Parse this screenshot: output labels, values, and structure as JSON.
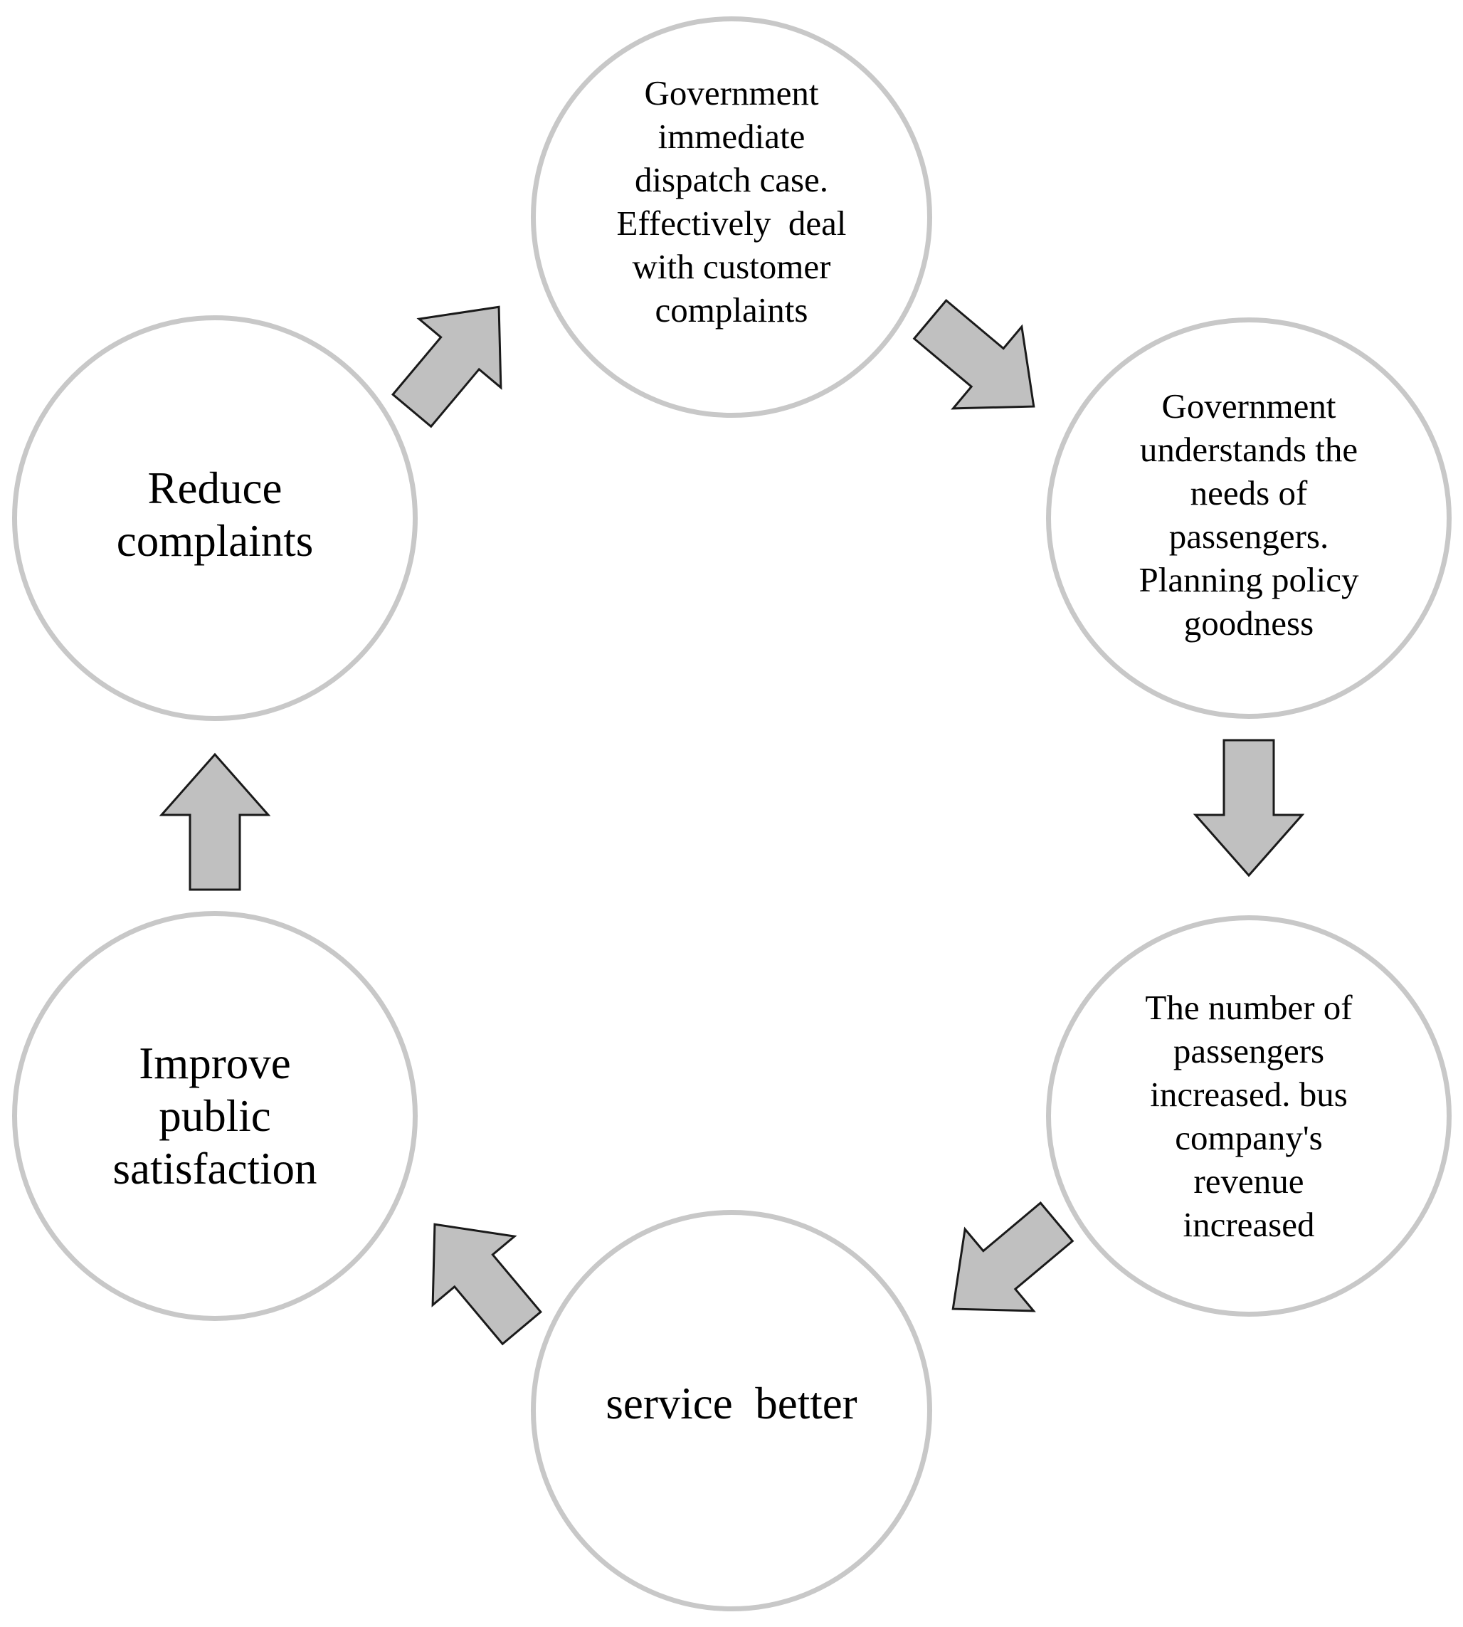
{
  "diagram": {
    "nodes": [
      {
        "id": "node-1",
        "lines": [
          "Government",
          "immediate",
          "dispatch case.",
          "Effectively  deal",
          "with customer",
          "complaints"
        ]
      },
      {
        "id": "node-2",
        "lines": [
          "Government",
          "understands the",
          "needs of",
          "passengers.",
          "Planning policy",
          "goodness"
        ]
      },
      {
        "id": "node-3",
        "lines": [
          "The number of",
          "passengers",
          "increased. bus",
          "company's",
          "revenue",
          "increased"
        ]
      },
      {
        "id": "node-4",
        "lines": [
          "service  better"
        ]
      },
      {
        "id": "node-5",
        "lines": [
          "Improve",
          "public",
          "satisfaction"
        ]
      },
      {
        "id": "node-6",
        "lines": [
          "Reduce",
          "complaints"
        ]
      }
    ],
    "colors": {
      "circle_border": "#c8c8c8",
      "arrow_fill": "#c0c0c0",
      "arrow_stroke": "#1a1a1a",
      "text": "#000000",
      "background": "#ffffff"
    }
  }
}
